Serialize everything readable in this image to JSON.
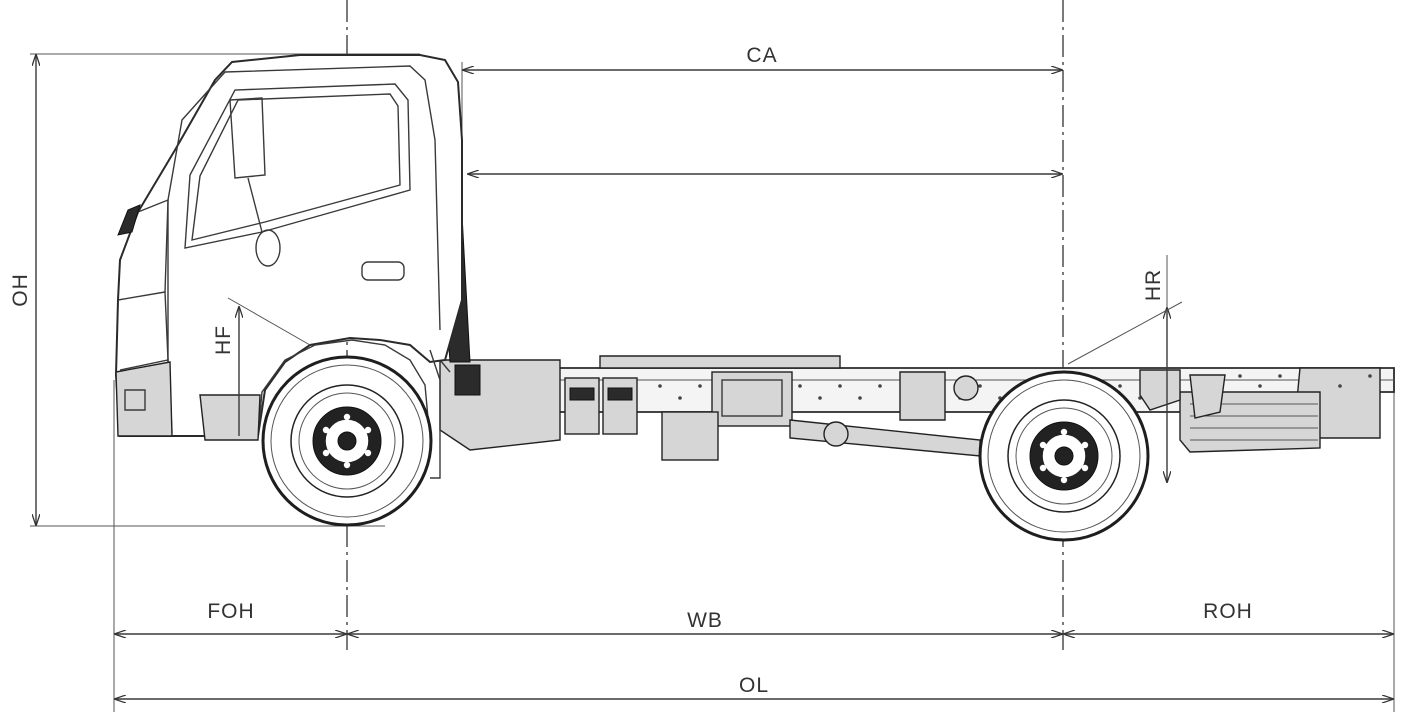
{
  "diagram": {
    "dimensions": {
      "ca": "CA",
      "oh": "OH",
      "hf": "HF",
      "hr": "HR",
      "foh": "FOH",
      "wb": "WB",
      "roh": "ROH",
      "ol": "OL"
    }
  },
  "colors": {
    "line": "#3a3a3a",
    "background": "#ffffff"
  }
}
